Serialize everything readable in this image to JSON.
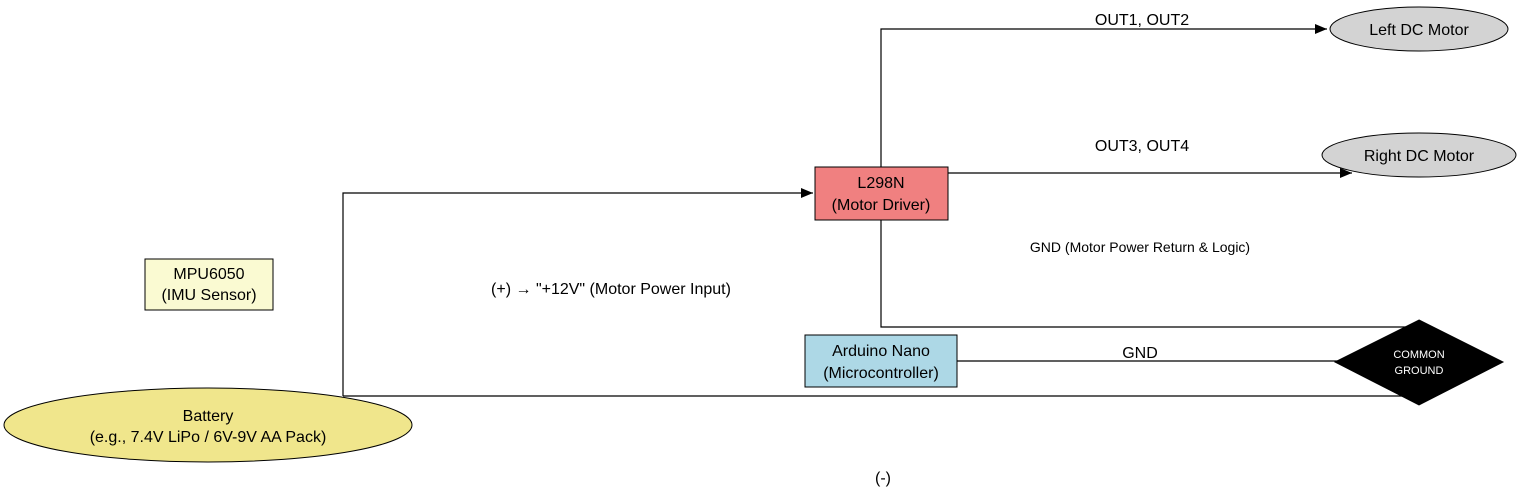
{
  "nodes": {
    "mpu": {
      "line1": "MPU6050",
      "line2": "(IMU Sensor)",
      "fill": "#fafad2"
    },
    "l298n": {
      "line1": "L298N",
      "line2": "(Motor Driver)",
      "fill": "#f08080"
    },
    "arduino": {
      "line1": "Arduino Nano",
      "line2": "(Microcontroller)",
      "fill": "#add8e6"
    },
    "battery": {
      "line1": "Battery",
      "line2": "(e.g., 7.4V LiPo / 6V-9V AA Pack)",
      "fill": "#f0e68c"
    },
    "left_motor": {
      "label": "Left DC Motor",
      "fill": "#d3d3d3"
    },
    "right_motor": {
      "label": "Right DC Motor",
      "fill": "#d3d3d3"
    },
    "ground": {
      "line1": "COMMON",
      "line2": "GROUND",
      "fill": "#000000",
      "text_color": "#ffffff"
    }
  },
  "edges": {
    "out12": "OUT1, OUT2",
    "out34": "OUT3, OUT4",
    "gnd_driver": "GND (Motor Power Return & Logic)",
    "battery_plus": "(+) → \"+12V\" (Motor Power Input)",
    "gnd_arduino": "GND",
    "battery_minus": "(-)"
  }
}
